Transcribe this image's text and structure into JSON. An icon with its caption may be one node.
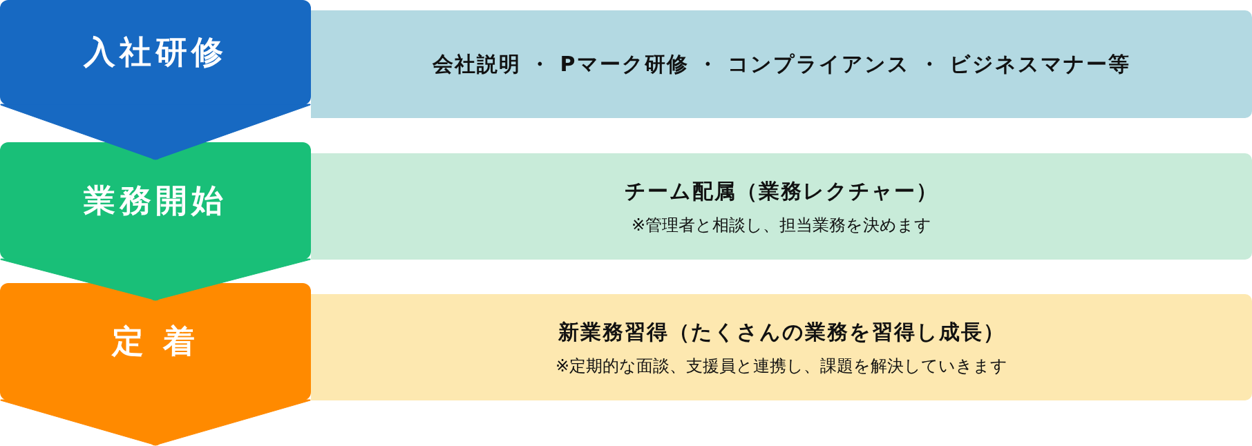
{
  "diagram": {
    "nodes": [
      {
        "text": [
          "入社研修"
        ]
      },
      {
        "text": [
          "会社説明 ・ Pマーク研修 ・ コンプライアンス ・ ビジネスマナー等"
        ]
      },
      {
        "text": [
          "業務開始"
        ]
      },
      {
        "text": [
          "チーム配属（業務レクチャー）",
          "※管理者と相談し、担当業務を決めます"
        ]
      },
      {
        "text": [
          "定 着"
        ]
      },
      {
        "text": [
          "新業務習得（たくさんの業務を習得し成長）",
          "※定期的な面談、支援員と連携し、課題を解決していきます"
        ]
      }
    ],
    "edges": [
      {
        "from": 0,
        "to": 2,
        "arrow": "to"
      },
      {
        "from": 2,
        "to": 4,
        "arrow": "to"
      },
      {
        "from": 4,
        "to": null,
        "arrow": "to"
      }
    ]
  }
}
